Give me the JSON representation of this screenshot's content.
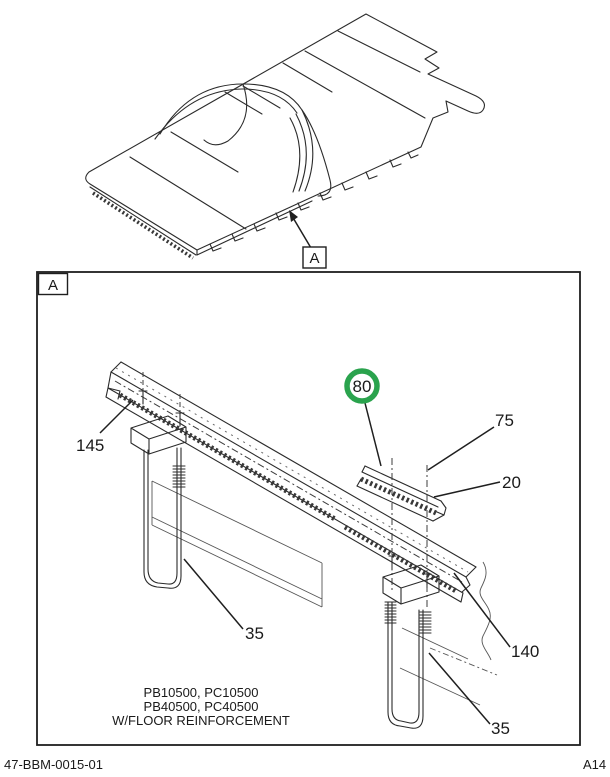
{
  "colors": {
    "ink": "#2b2b2b",
    "thin_line": "#565656",
    "highlight_green": "#2aa34d",
    "background": "#ffffff"
  },
  "overview_figure": {
    "description": "isometric floor panel with wheel hump",
    "callout_label": "A"
  },
  "detail_figure": {
    "view_label": "A",
    "callouts": [
      {
        "ref": "145",
        "highlighted": false
      },
      {
        "ref": "80",
        "highlighted": true
      },
      {
        "ref": "75",
        "highlighted": false
      },
      {
        "ref": "20",
        "highlighted": false
      },
      {
        "ref": "35",
        "highlighted": false
      },
      {
        "ref": "140",
        "highlighted": false
      },
      {
        "ref": "35",
        "highlighted": false
      }
    ],
    "caption_lines": [
      "PB10500, PC10500",
      "PB40500, PC40500",
      "W/FLOOR REINFORCEMENT"
    ]
  },
  "footer": {
    "drawing_number": "47-BBM-0015-01",
    "sheet_ref": "A14"
  }
}
